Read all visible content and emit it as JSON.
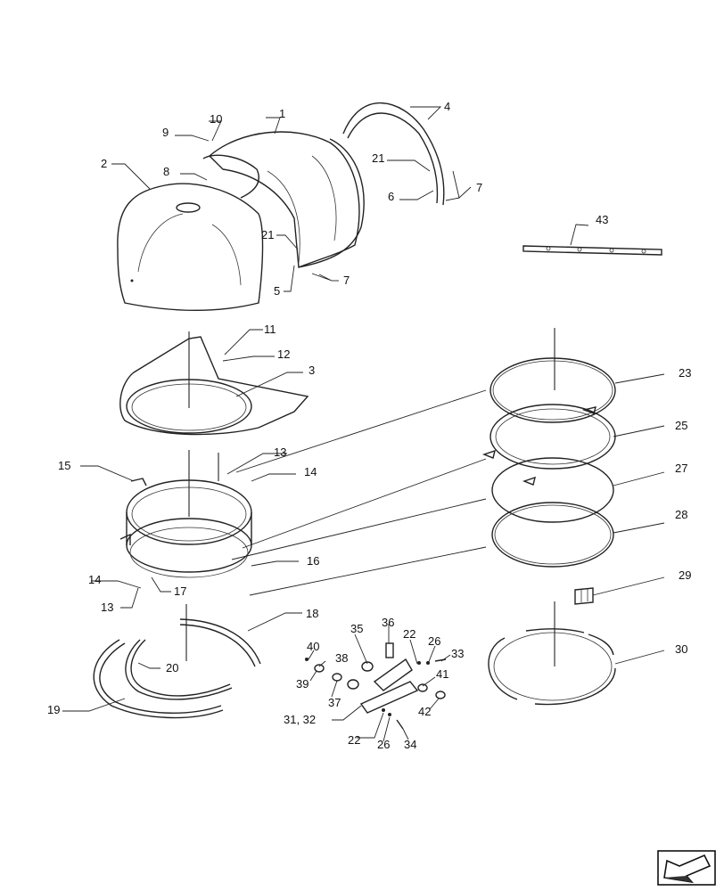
{
  "callouts": [
    {
      "id": "c1",
      "text": "1"
    },
    {
      "id": "c2",
      "text": "2"
    },
    {
      "id": "c3",
      "text": "3"
    },
    {
      "id": "c4",
      "text": "4"
    },
    {
      "id": "c5",
      "text": "5"
    },
    {
      "id": "c6",
      "text": "6"
    },
    {
      "id": "c7a",
      "text": "7"
    },
    {
      "id": "c7b",
      "text": "7"
    },
    {
      "id": "c8",
      "text": "8"
    },
    {
      "id": "c9",
      "text": "9"
    },
    {
      "id": "c10",
      "text": "10"
    },
    {
      "id": "c11",
      "text": "11"
    },
    {
      "id": "c12",
      "text": "12"
    },
    {
      "id": "c13a",
      "text": "13"
    },
    {
      "id": "c13b",
      "text": "13"
    },
    {
      "id": "c14a",
      "text": "14"
    },
    {
      "id": "c14b",
      "text": "14"
    },
    {
      "id": "c15",
      "text": "15"
    },
    {
      "id": "c16",
      "text": "16"
    },
    {
      "id": "c17",
      "text": "17"
    },
    {
      "id": "c18",
      "text": "18"
    },
    {
      "id": "c19",
      "text": "19"
    },
    {
      "id": "c20",
      "text": "20"
    },
    {
      "id": "c21a",
      "text": "21"
    },
    {
      "id": "c21b",
      "text": "21"
    },
    {
      "id": "c22a",
      "text": "22"
    },
    {
      "id": "c22b",
      "text": "22"
    },
    {
      "id": "c23",
      "text": "23"
    },
    {
      "id": "c25",
      "text": "25"
    },
    {
      "id": "c26a",
      "text": "26"
    },
    {
      "id": "c26b",
      "text": "26"
    },
    {
      "id": "c27",
      "text": "27"
    },
    {
      "id": "c28",
      "text": "28"
    },
    {
      "id": "c29",
      "text": "29"
    },
    {
      "id": "c30",
      "text": "30"
    },
    {
      "id": "c3132",
      "text": "31, 32"
    },
    {
      "id": "c33",
      "text": "33"
    },
    {
      "id": "c34",
      "text": "34"
    },
    {
      "id": "c35",
      "text": "35"
    },
    {
      "id": "c36",
      "text": "36"
    },
    {
      "id": "c37",
      "text": "37"
    },
    {
      "id": "c38",
      "text": "38"
    },
    {
      "id": "c39",
      "text": "39"
    },
    {
      "id": "c40",
      "text": "40"
    },
    {
      "id": "c41",
      "text": "41"
    },
    {
      "id": "c42",
      "text": "42"
    },
    {
      "id": "c43",
      "text": "43"
    }
  ],
  "nav_icon": "next-page-arrow-icon"
}
